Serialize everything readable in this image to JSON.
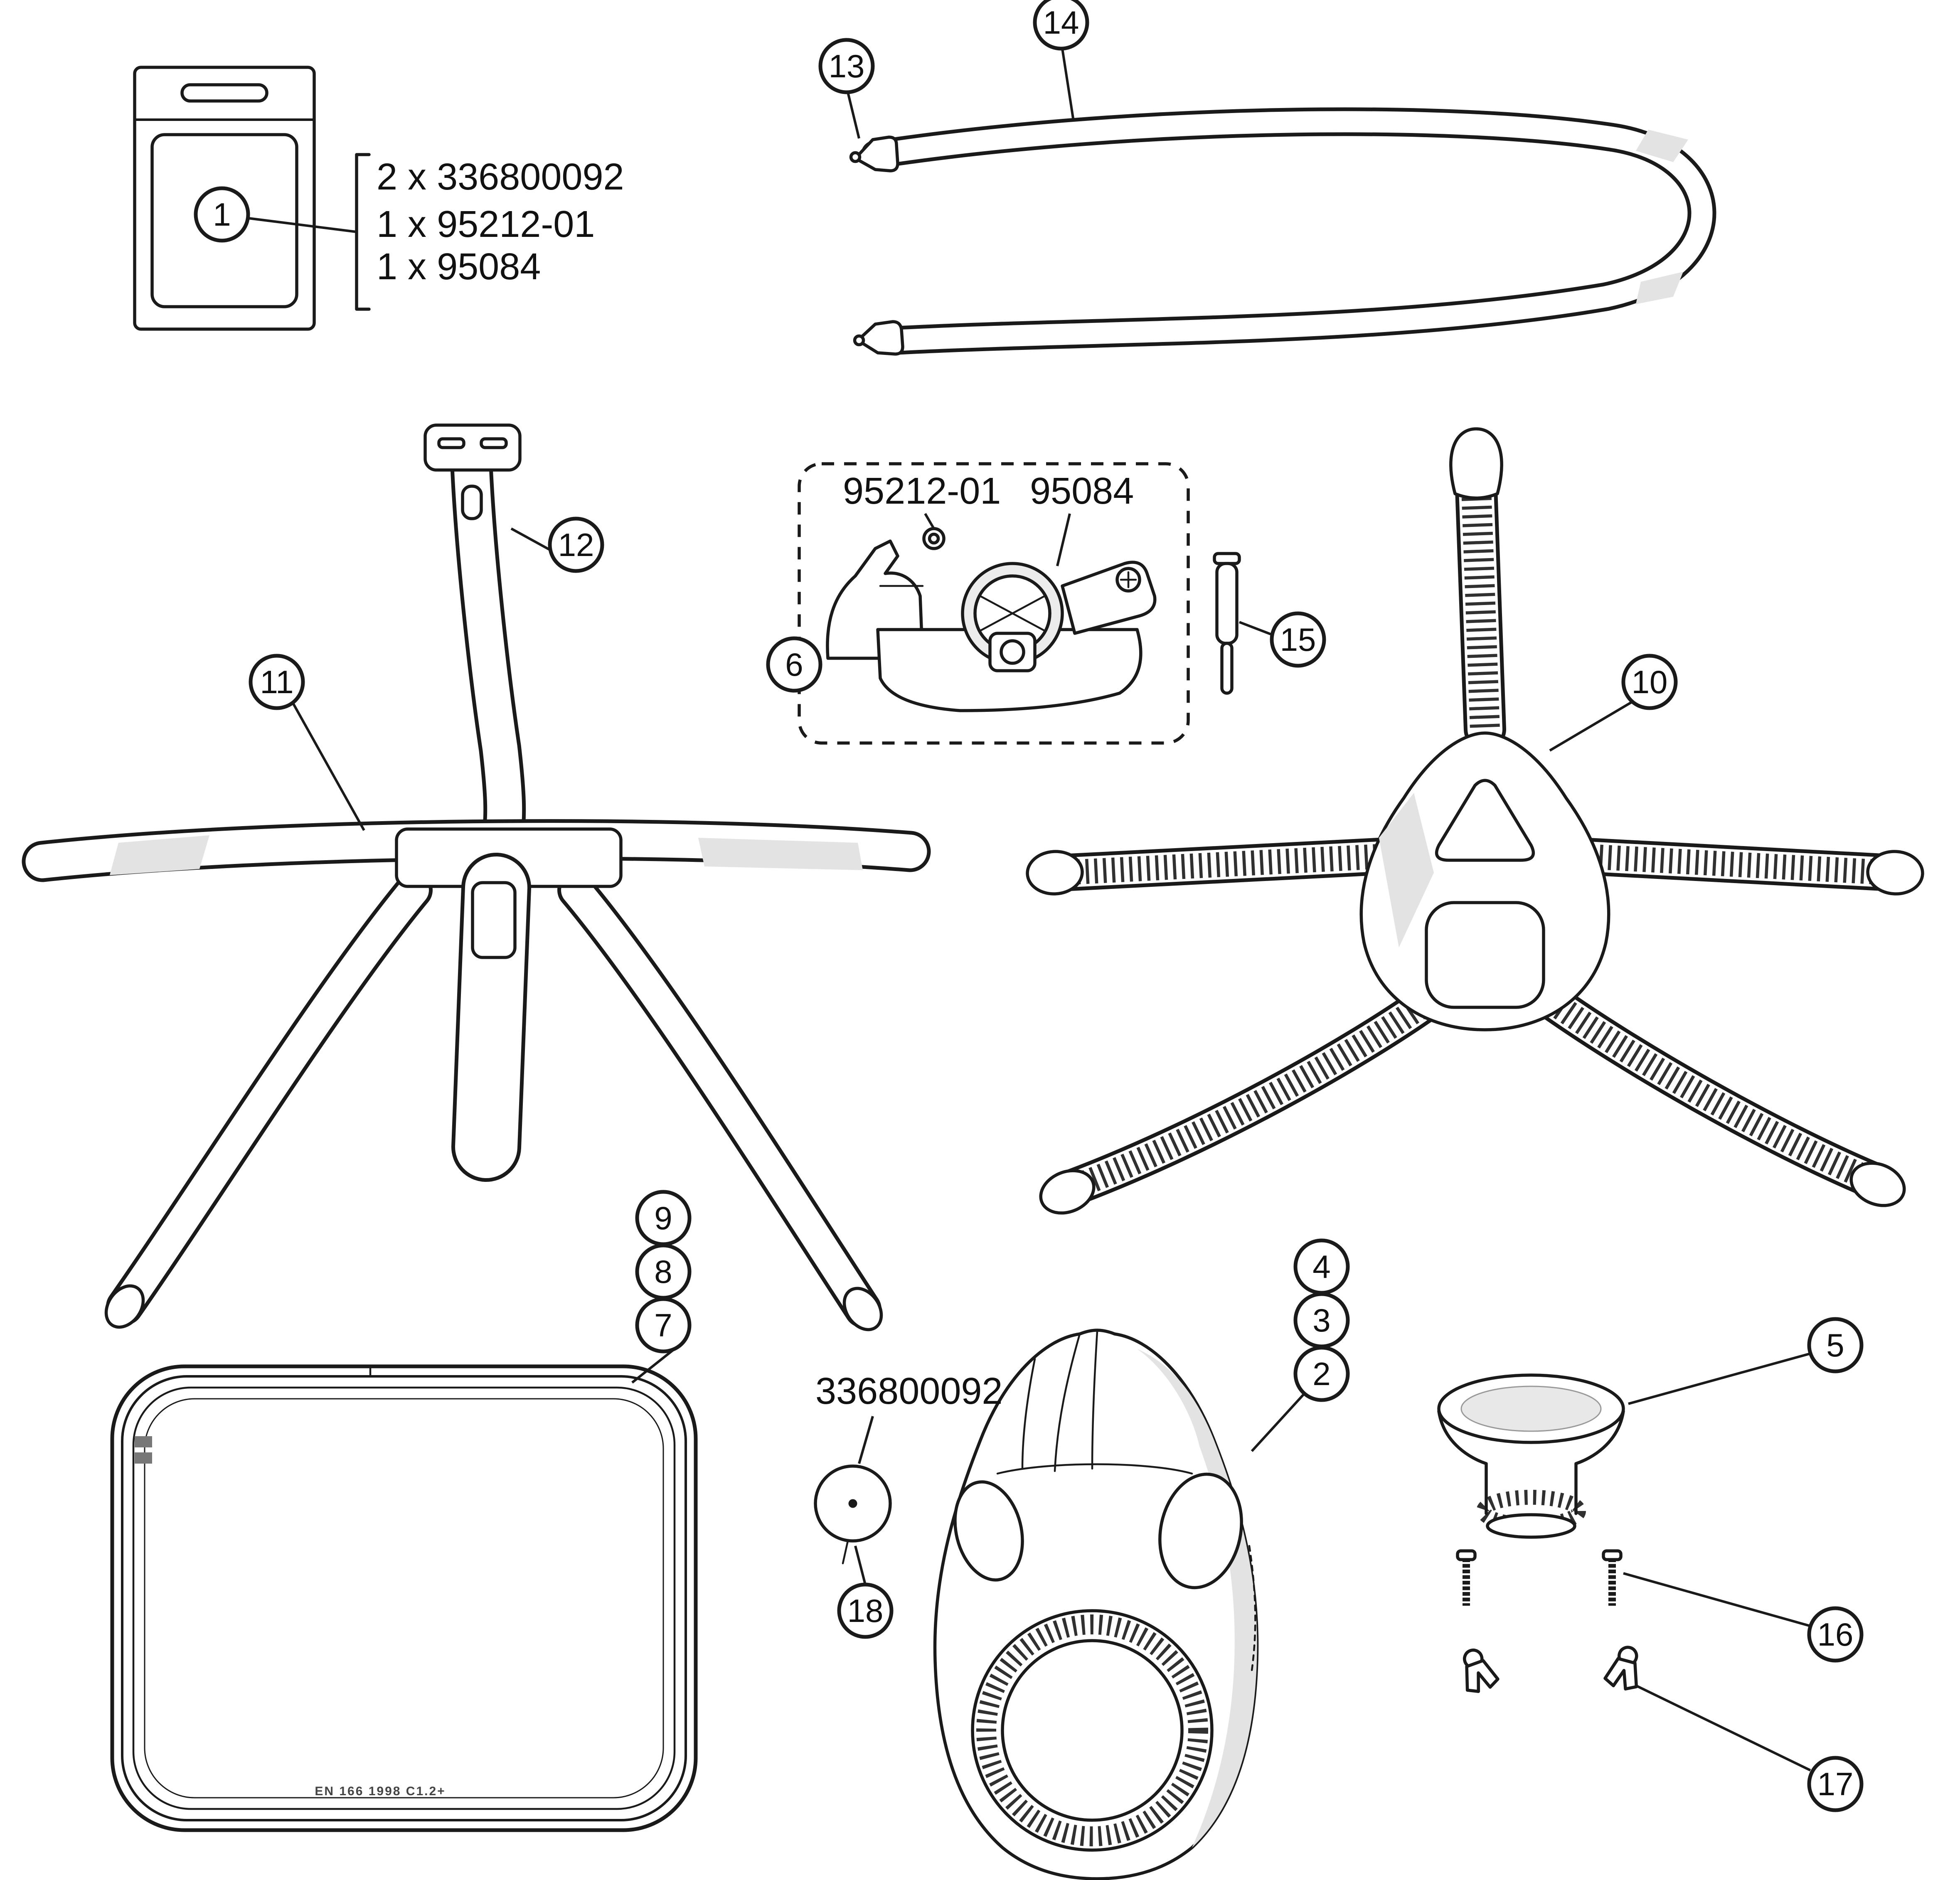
{
  "colors": {
    "line": "#1a1a1a",
    "shade": "#e3e3e3",
    "background": "#ffffff"
  },
  "callouts": {
    "c1": "1",
    "c2": "2",
    "c3": "3",
    "c4": "4",
    "c5": "5",
    "c6": "6",
    "c7": "7",
    "c8": "8",
    "c9": "9",
    "c10": "10",
    "c11": "11",
    "c12": "12",
    "c13": "13",
    "c14": "14",
    "c15": "15",
    "c16": "16",
    "c17": "17",
    "c18": "18"
  },
  "labels": {
    "kit_line1": "2 x 336800092",
    "kit_line2": "1 x 95212-01",
    "kit_line3": "1 x 95084",
    "valve_part_a": "95212-01",
    "valve_part_b": "95084",
    "membrane_disc": "336800092",
    "lens_marking": "EN 166 1998 C1.2+"
  }
}
